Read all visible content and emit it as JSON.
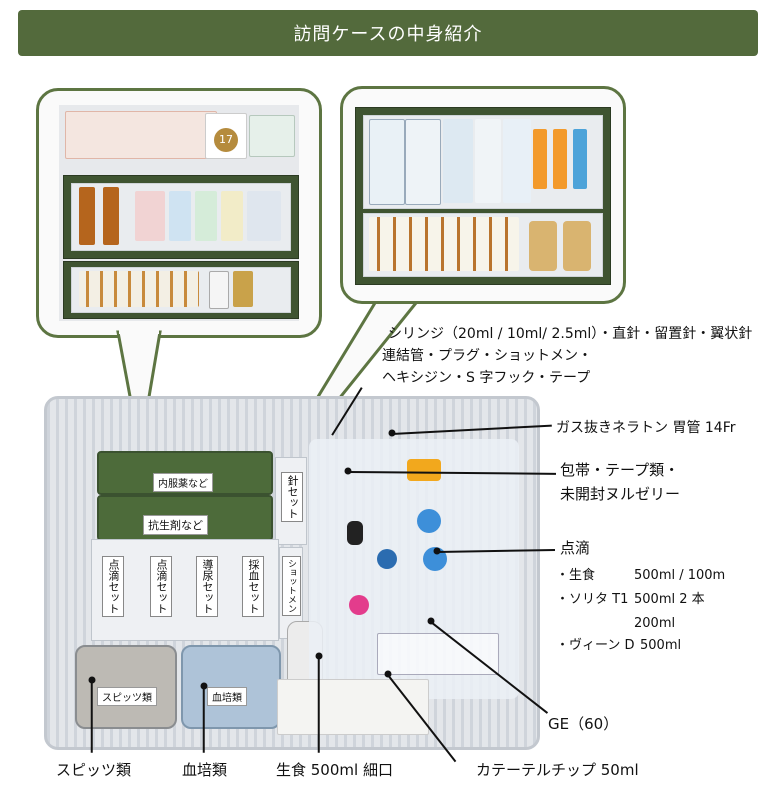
{
  "header": {
    "title": "訪問ケースの中身紹介"
  },
  "case_tags": {
    "naifuku": "内服薬など",
    "kouseizai": "抗生剤など",
    "harisetto": "針セット",
    "tenteki_set": "点滴セット",
    "dounyou_set": "点滴セット",
    "douyou_set": "導尿セット",
    "saiketsu_set": "採血セット",
    "shot": "ショットメン",
    "spitz_tag": "スピッツ類",
    "ketsubai_tag": "血培類",
    "tray_17": "17"
  },
  "labels": {
    "syringe": [
      "シリンジ（20ml / 10ml/ 2.5ml）・直針・留置針・翼状針",
      "連結管・プラグ・ショットメン・",
      "ヘキシジン・S 字フック・テープ"
    ],
    "nelaton": "ガス抜きネラトン 胃管 14Fr",
    "bandage": [
      "包帯・テープ類・",
      "未開封ヌルゼリー"
    ],
    "drip_title": "点滴",
    "drip_items": [
      {
        "name": "・生食",
        "amount": "500ml / 100m"
      },
      {
        "name": "・ソリタ T1",
        "amount": "500ml 2 本"
      },
      {
        "name": "",
        "amount": "200ml"
      },
      {
        "name": "・ヴィーン D",
        "amount": "500ml"
      }
    ],
    "ge": "GE（60）",
    "spitz": "スピッツ類",
    "ketsubai": "血培類",
    "saline": "生食 500ml  細口",
    "catheter": "カテーテルチップ 50ml"
  }
}
